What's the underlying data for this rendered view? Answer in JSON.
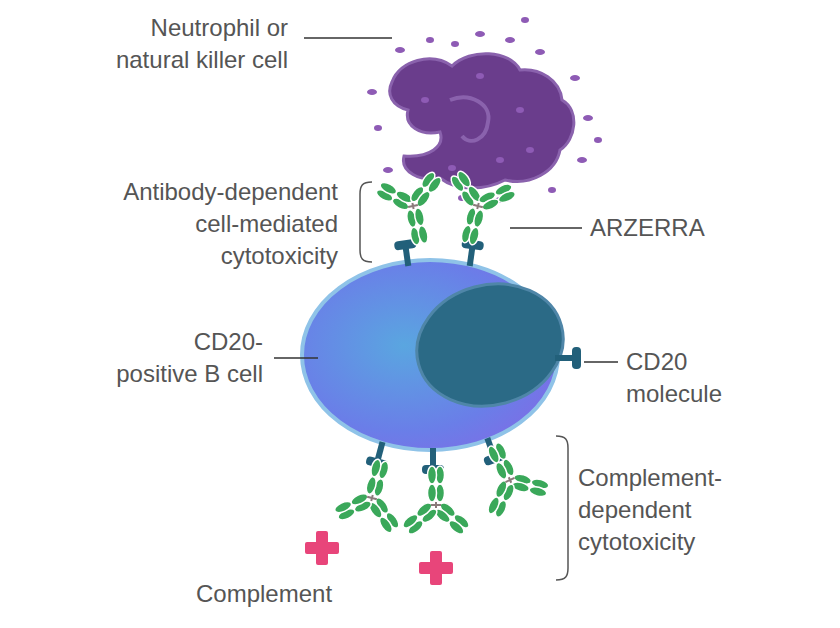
{
  "diagram": {
    "labels": [
      "Neutrophil or natural killer cell",
      "Antibody-dependent cell-mediated cytotoxicity",
      "ARZERRA",
      "CD20- positive B cell",
      "CD20 molecule",
      "Complement- dependent cytotoxicity",
      "Complement"
    ]
  }
}
